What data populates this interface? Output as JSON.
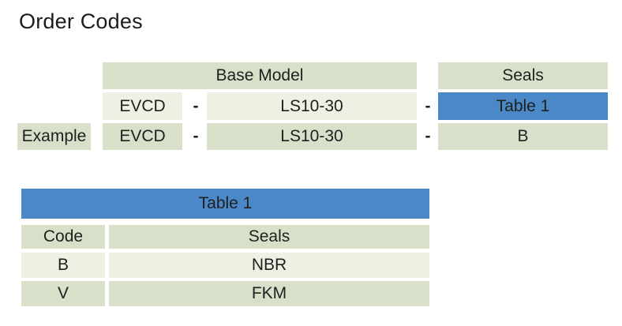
{
  "title": "Order Codes",
  "colors": {
    "header_green": "#d8e0ca",
    "row_light_green": "#ecf1e4",
    "accent_blue": "#4b88c7",
    "text": "#1f1f1f",
    "background": "#ffffff"
  },
  "order_table": {
    "base_model_header": "Base Model",
    "seals_header": "Seals",
    "separator": "-",
    "example_label": "Example",
    "rows": [
      {
        "prefix": "EVCD",
        "model": "LS10-30",
        "seal": "Table 1"
      },
      {
        "prefix": "EVCD",
        "model": "LS10-30",
        "seal": "B"
      }
    ]
  },
  "seal_table": {
    "title": "Table 1",
    "col_code": "Code",
    "col_seals": "Seals",
    "rows": [
      {
        "code": "B",
        "seal": "NBR"
      },
      {
        "code": "V",
        "seal": "FKM"
      }
    ]
  }
}
